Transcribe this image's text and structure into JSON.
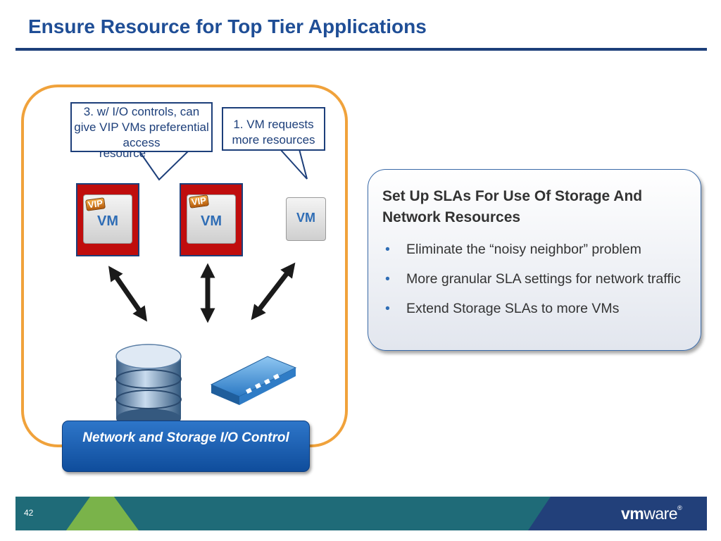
{
  "slide": {
    "title": "Ensure Resource for Top Tier Applications",
    "page_number": "42"
  },
  "callouts": {
    "left_text": "3. w/ I/O controls, can give VIP VMs preferential access",
    "left_ghost_text": "resource",
    "right_text": "1. VM requests more resources"
  },
  "vms": [
    {
      "label": "VM",
      "badge": "VIP",
      "highlighted": true
    },
    {
      "label": "VM",
      "badge": "VIP",
      "highlighted": true
    },
    {
      "label": "VM",
      "badge": "",
      "highlighted": false
    }
  ],
  "icons": [
    "double-arrow-icon",
    "database-icon",
    "network-switch-icon"
  ],
  "control_box": {
    "label": "Network and Storage I/O Control"
  },
  "sla_box": {
    "heading": "Set Up SLAs For Use Of Storage And Network Resources",
    "bullets": [
      "Eliminate the “noisy neighbor” problem",
      "More granular SLA settings for network traffic",
      "Extend Storage SLAs to more VMs"
    ]
  },
  "footer": {
    "logo_text_bold": "vm",
    "logo_text_regular": "ware",
    "logo_mark": "®"
  },
  "colors": {
    "title_blue": "#1f4e96",
    "container_orange": "#f0a23b",
    "vm_tile_red": "#c00d0d",
    "control_blue": "#1a5db0",
    "footer_teal": "#1f6b78",
    "footer_navy": "#22407a",
    "footer_green": "#7ab34a"
  }
}
